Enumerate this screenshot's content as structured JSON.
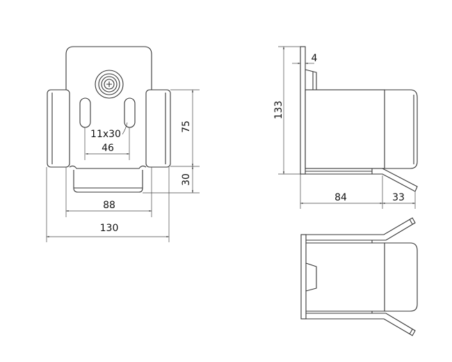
{
  "front_view": {
    "dim_75": "75",
    "dim_30": "30",
    "dim_46": "46",
    "slot_label": "11x30",
    "dim_88": "88",
    "dim_130": "130"
  },
  "side_view": {
    "dim_133": "133",
    "dim_4": "4",
    "dim_84": "84",
    "dim_33": "33"
  },
  "line_color": "#333333"
}
